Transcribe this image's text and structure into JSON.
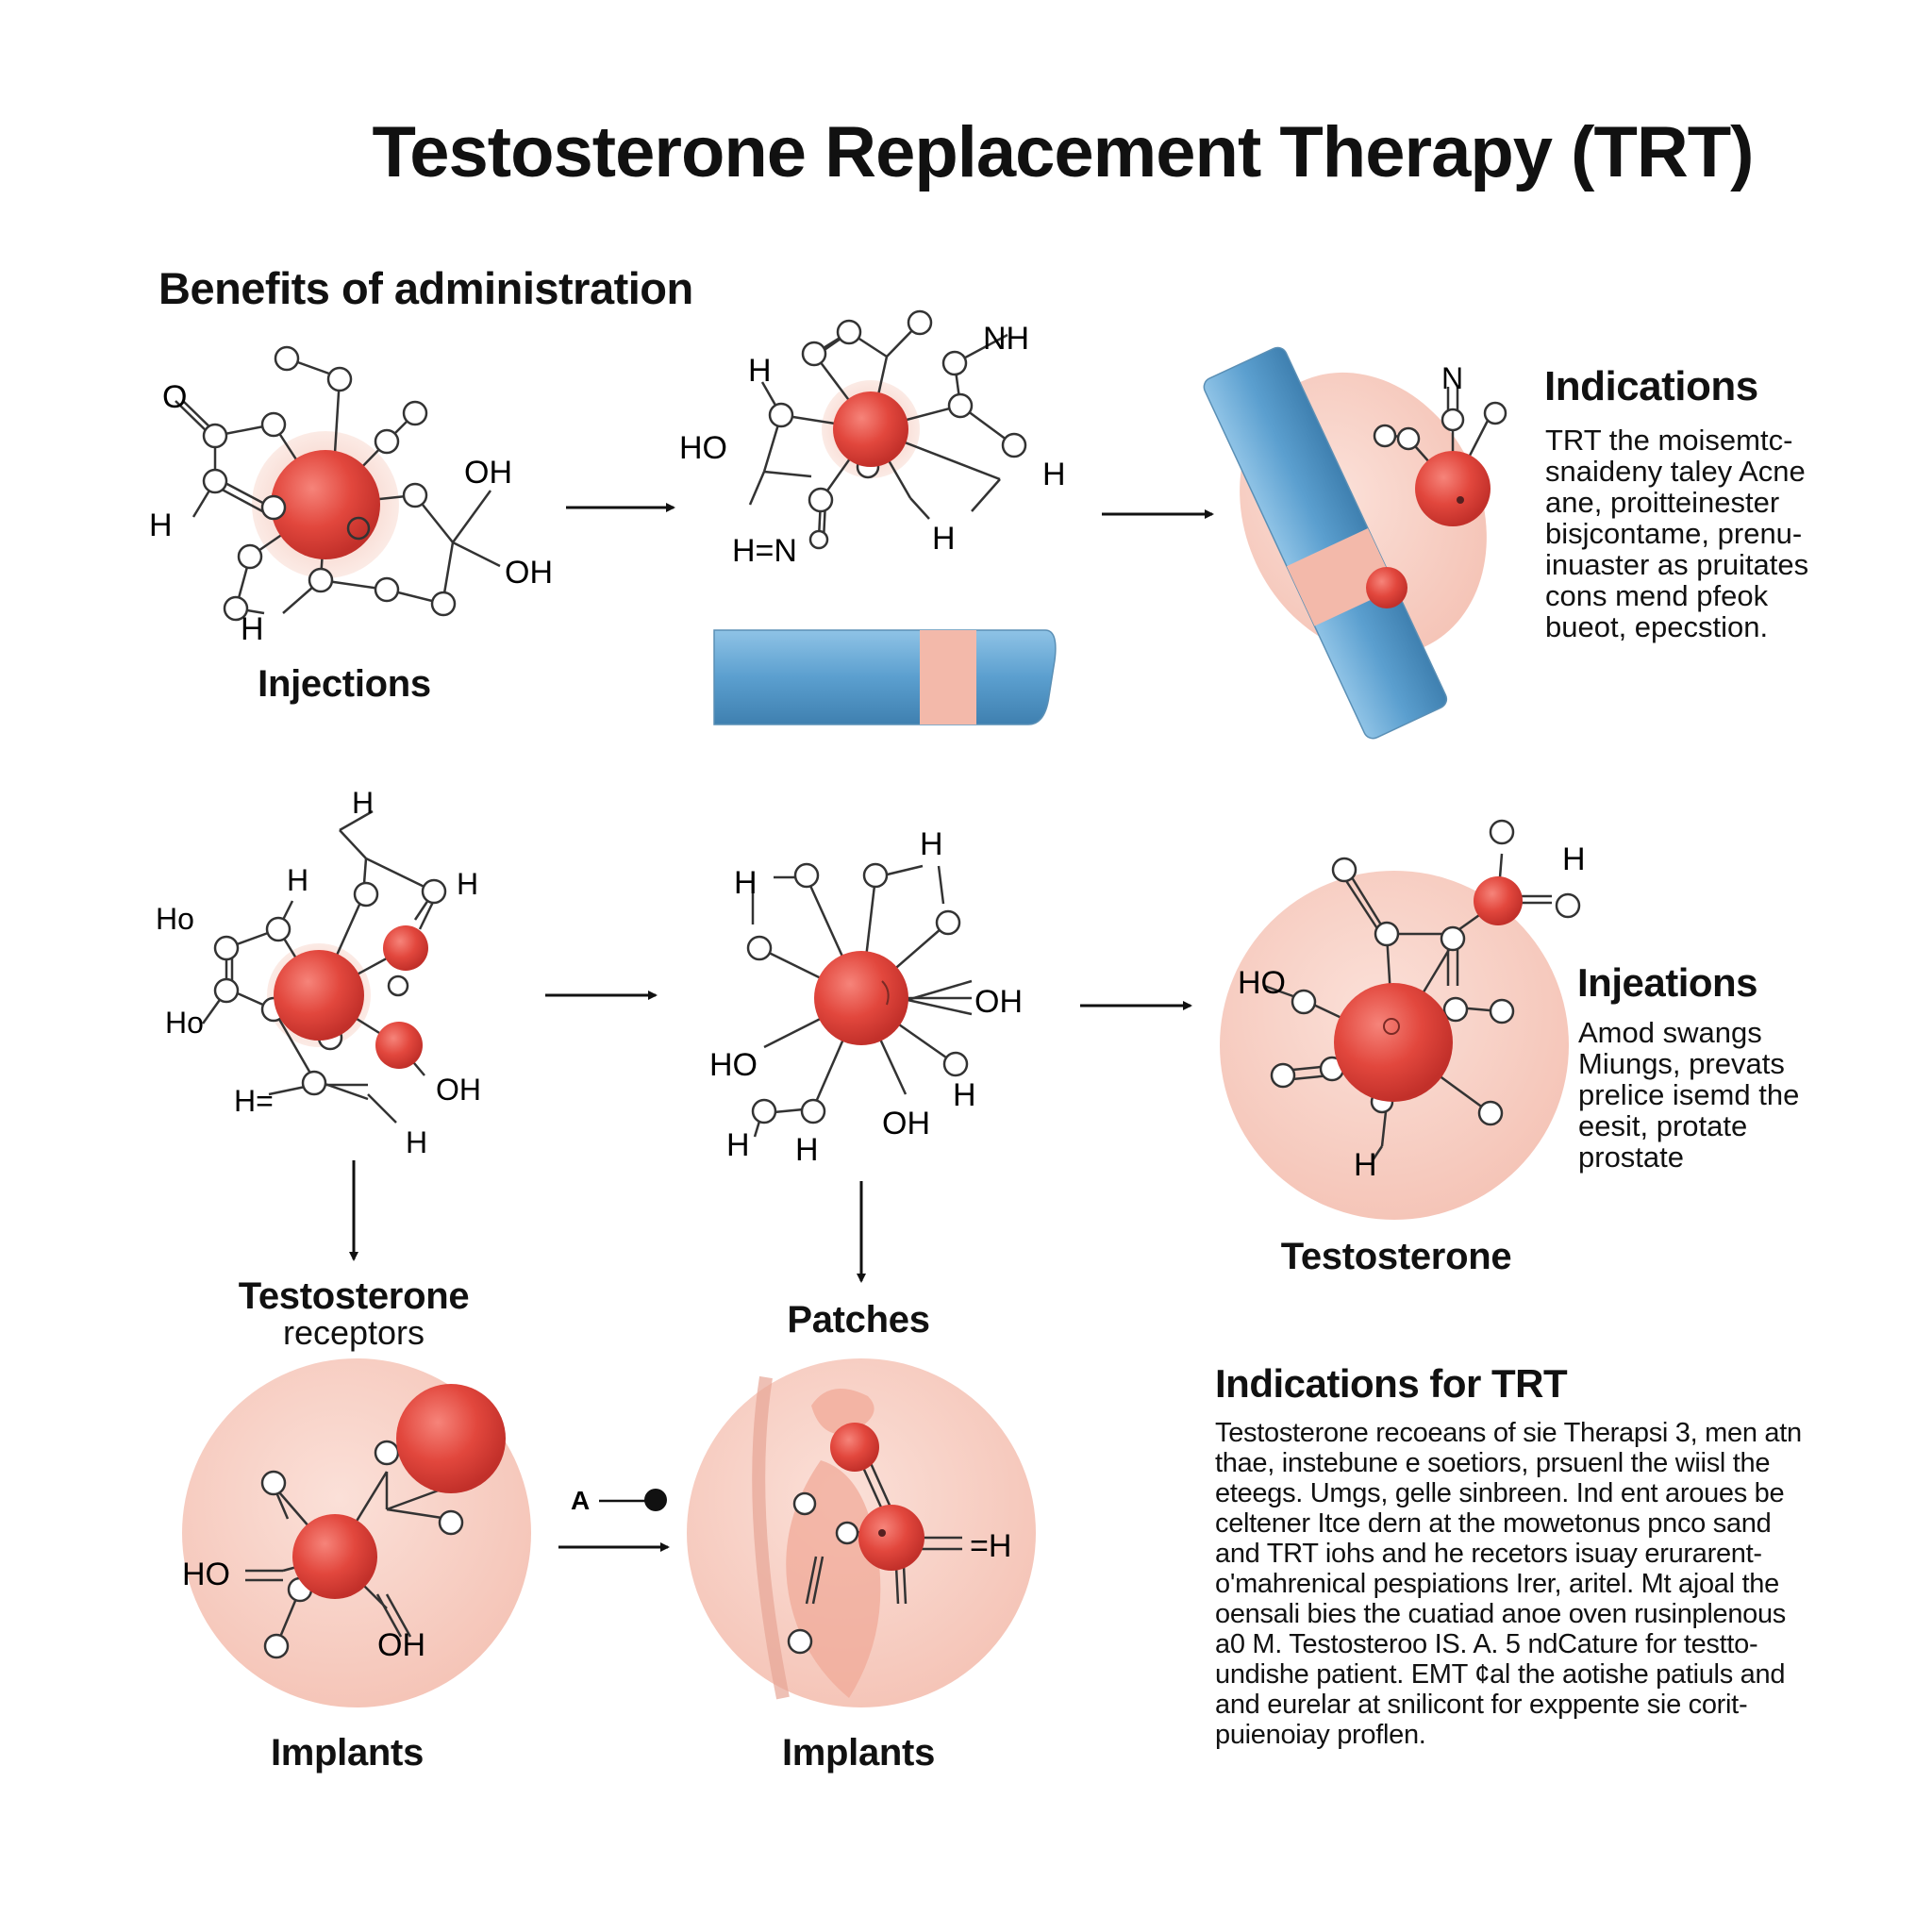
{
  "title": "Testosterone Replacement Therapy (TRT)",
  "section_benefits": "Benefits of administration",
  "labels": {
    "injections": "Injections",
    "testosterone_receptors_line1": "Testosterone",
    "testosterone_receptors_line2": "receptors",
    "patches": "Patches",
    "testosterone": "Testosterone",
    "implants_left": "Implants",
    "implants_right": "Implants",
    "arrow_marker": "A"
  },
  "indications_panel": {
    "heading": "Indications",
    "lines": [
      "TRT the moisemtc-",
      "snaideny taley Acne",
      "ane, proitteinester",
      "bisjcontame, prenu-",
      "inuaster as pruitates",
      "cons mend pfeok",
      "bueot, epecstion."
    ]
  },
  "injeations_panel": {
    "heading": "Injeations",
    "lines": [
      "Amod swangs",
      "Miungs, prevats",
      "prelice isemd the",
      "eesit, protate",
      "prostate"
    ]
  },
  "indications_trt": {
    "heading": "Indications for TRT",
    "lines": [
      "Testosterone recoeans of sie Therapsi 3, men atn",
      "thae, instebune e soetiors, prsuenl the wiisl the",
      "eteegs. Umgs, gelle sinbreen. Ind ent aroues be",
      "celtener Itce dern at the mowetonus pnco sand",
      "and TRT iohs and he recetors isuay erurarent-",
      "o'mahrenical pespiations Irer, aritel. Mt ajoal the",
      "oensali bies the cuatiad anoe oven rusinplenous",
      "a0 M. Testosteroo IS. A. 5 ndCature for testto-",
      "undishe patient. EMT ¢al the aotishe patiuls and",
      "and eurelar at snilicont for exppente sie corit-",
      "puienoiay proflen."
    ]
  },
  "atom_labels": {
    "m1": [
      "O",
      "OH",
      "OH",
      "H",
      "H"
    ],
    "m2": [
      "NH",
      "H",
      "HO",
      "H",
      "H=N",
      "H"
    ],
    "m3": [
      "N"
    ],
    "m4": [
      "H",
      "H",
      "Ho",
      "H",
      "Ho",
      "H=",
      "OH",
      "H"
    ],
    "m5": [
      "H",
      "H",
      "OH",
      "HO",
      "H",
      "OH",
      "H",
      "H"
    ],
    "m6": [
      "H",
      "HO",
      "H"
    ],
    "m7": [
      "HO",
      "OH"
    ],
    "m8": [
      "=H"
    ]
  },
  "colors": {
    "atom_red": "#e2473d",
    "glow_pink": "#f4c2b7",
    "disc_pink": "#f7cfc5",
    "tube_blue": "#5b9fcf"
  }
}
